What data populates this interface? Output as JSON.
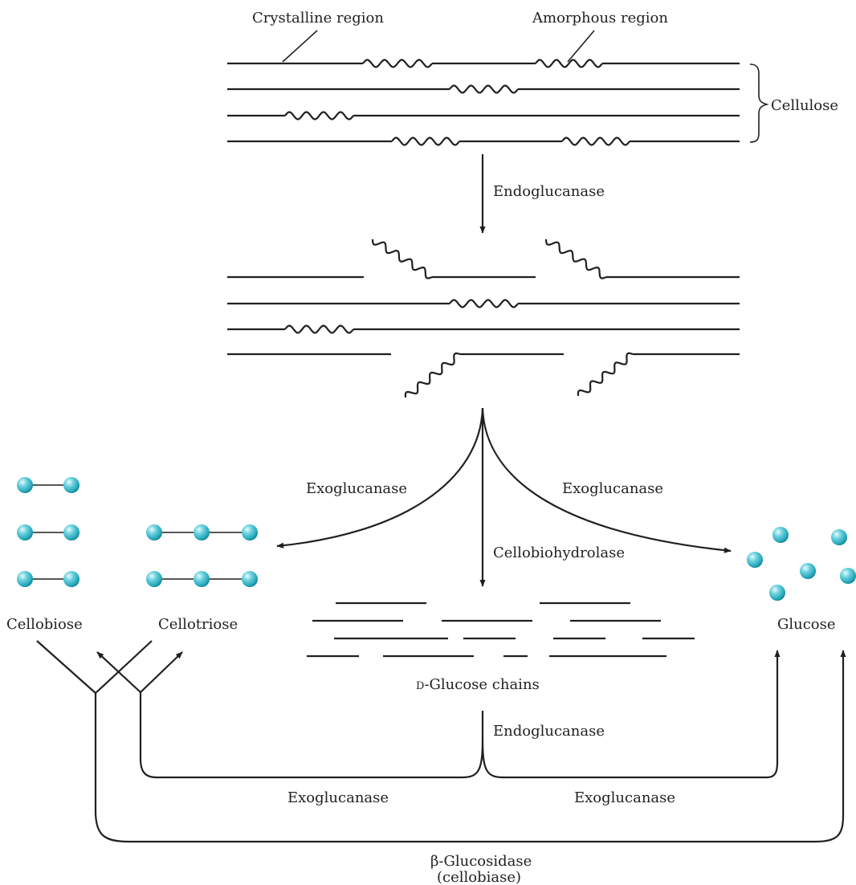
{
  "labels": {
    "crystalline_region": "Crystalline region",
    "amorphous_region": "Amorphous region",
    "cellulose": "Cellulose",
    "endoglucanase_top": "Endoglucanase",
    "exoglucanase_left": "Exoglucanase",
    "exoglucanase_right": "Exoglucanase",
    "cellobiohydrolase": "Cellobiohydrolase",
    "cellobiose": "Cellobiose",
    "cellotriose": "Cellotriose",
    "glucose": "Glucose",
    "d_glucose_chains_prefix": "D",
    "d_glucose_chains_rest": "-Glucose chains",
    "endoglucanase_bottom": "Endoglucanase",
    "exoglucanase_bottom_left": "Exoglucanase",
    "exoglucanase_bottom_right": "Exoglucanase",
    "beta_glucosidase": "β-Glucosidase",
    "cellobiase": "(cellobiase)"
  },
  "colors": {
    "ink": "#231f20",
    "glucose_bead": "#3fb9c9",
    "glucose_bead_dark": "#0d8294",
    "glucose_bead_light": "#d8f6fa"
  }
}
